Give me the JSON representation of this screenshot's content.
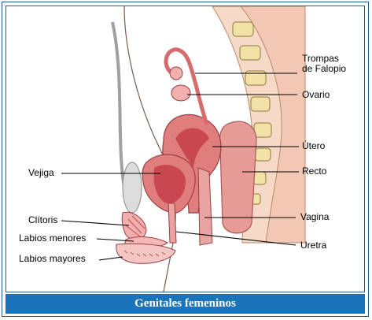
{
  "labels": {
    "trompas_line1": "Trompas",
    "trompas_line2": "de Falopio",
    "ovario": "Ovario",
    "utero": "Útero",
    "vejiga": "Vejiga",
    "recto": "Recto",
    "clitoris": "Clítoris",
    "vagina": "Vagina",
    "labios_menores": "Labios menores",
    "uretra": "Uretra",
    "labios_mayores": "Labios mayores"
  },
  "caption": "Genitales femeninos",
  "colors": {
    "frame_border": "#1d5a96",
    "caption_background": "#1b74b9",
    "caption_text": "#ffffff",
    "spine_bone": "#f3e2a8",
    "tissue_light": "#f4b9b6",
    "tissue_mid": "#e07e7e",
    "tissue_dark": "#c9484f"
  }
}
